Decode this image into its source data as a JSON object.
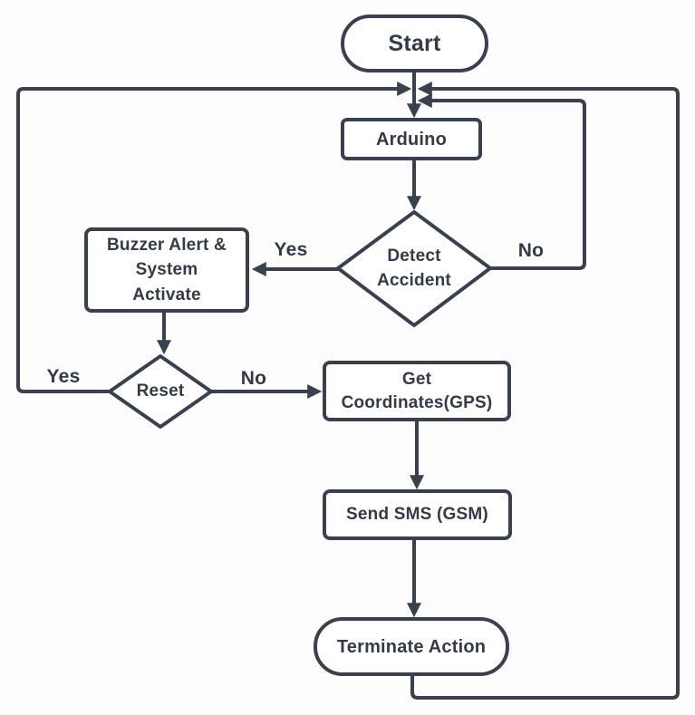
{
  "diagram": {
    "type": "flowchart",
    "colors": {
      "stroke": "#39414e",
      "text": "#333b47",
      "node_fill": "#ffffff",
      "background": "#fdfdfd"
    },
    "nodes": {
      "start": {
        "label": "Start",
        "shape": "terminator"
      },
      "arduino": {
        "label": "Arduino",
        "shape": "process"
      },
      "detect_accident": {
        "label": "Detect\nAccident",
        "shape": "decision"
      },
      "buzzer": {
        "label": "Buzzer Alert &\nSystem\nActivate",
        "shape": "process"
      },
      "reset": {
        "label": "Reset",
        "shape": "decision"
      },
      "get_coordinates": {
        "label": "Get\nCoordinates(GPS)",
        "shape": "process"
      },
      "send_sms": {
        "label": "Send SMS (GSM)",
        "shape": "process"
      },
      "terminate": {
        "label": "Terminate Action",
        "shape": "terminator"
      }
    },
    "edges": [
      {
        "from": "start",
        "to": "arduino",
        "label": ""
      },
      {
        "from": "arduino",
        "to": "detect_accident",
        "label": ""
      },
      {
        "from": "detect_accident",
        "to": "buzzer",
        "label": "Yes"
      },
      {
        "from": "detect_accident",
        "to": "arduino",
        "label": "No"
      },
      {
        "from": "buzzer",
        "to": "reset",
        "label": ""
      },
      {
        "from": "reset",
        "to": "arduino",
        "label": "Yes"
      },
      {
        "from": "reset",
        "to": "get_coordinates",
        "label": "No"
      },
      {
        "from": "get_coordinates",
        "to": "send_sms",
        "label": ""
      },
      {
        "from": "send_sms",
        "to": "terminate",
        "label": ""
      },
      {
        "from": "terminate",
        "to": "arduino",
        "label": ""
      }
    ]
  }
}
